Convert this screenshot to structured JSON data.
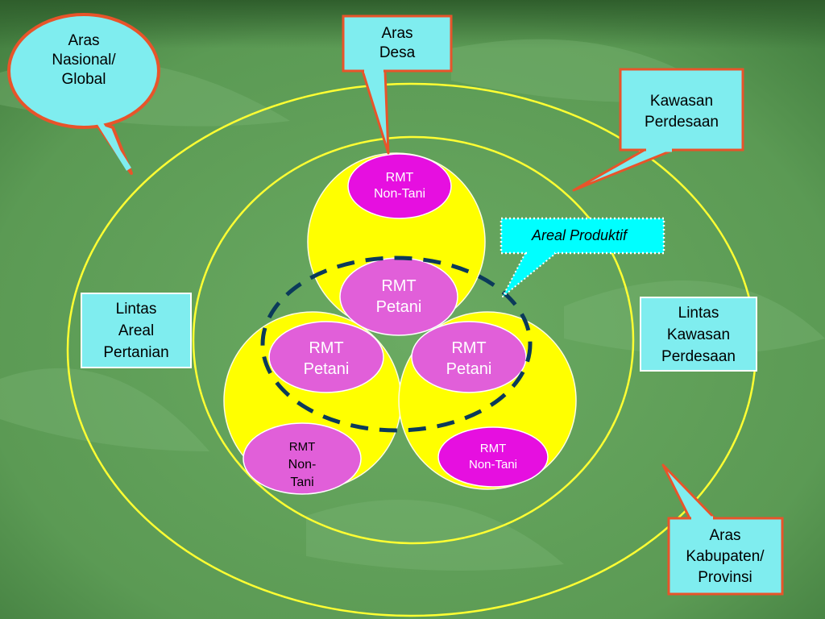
{
  "callouts": {
    "aras_nasional": [
      "Aras",
      "Nasional/",
      "Global"
    ],
    "aras_desa": [
      "Aras",
      "Desa"
    ],
    "kawasan_perdesaan": [
      "Kawasan",
      "Perdesaan"
    ],
    "areal_produktif": "Areal Produktif",
    "lintas_areal": [
      "Lintas",
      "Areal",
      "Pertanian"
    ],
    "lintas_kawasan": [
      "Lintas",
      "Kawasan",
      "Perdesaan"
    ],
    "aras_kabupaten": [
      "Aras",
      "Kabupaten/",
      "Provinsi"
    ]
  },
  "nodes": {
    "top_nontani": [
      "RMT",
      "Non-Tani"
    ],
    "top_petani": [
      "RMT",
      "Petani"
    ],
    "left_petani": [
      "RMT",
      "Petani"
    ],
    "right_petani": [
      "RMT",
      "Petani"
    ],
    "left_nontani": [
      "RMT",
      "Non-",
      "Tani"
    ],
    "right_nontani": [
      "RMT",
      "Non-Tani"
    ]
  },
  "colors": {
    "background": "#5f9e57",
    "ring": "#ffff33",
    "village_circle": "#ffff00",
    "rmt_petani": "#e15fd9",
    "rmt_nontani": "#e60fe0",
    "callout_fill": "#7fedef",
    "callout_border": "#e8542a",
    "dashed": "#0b3a5a"
  }
}
